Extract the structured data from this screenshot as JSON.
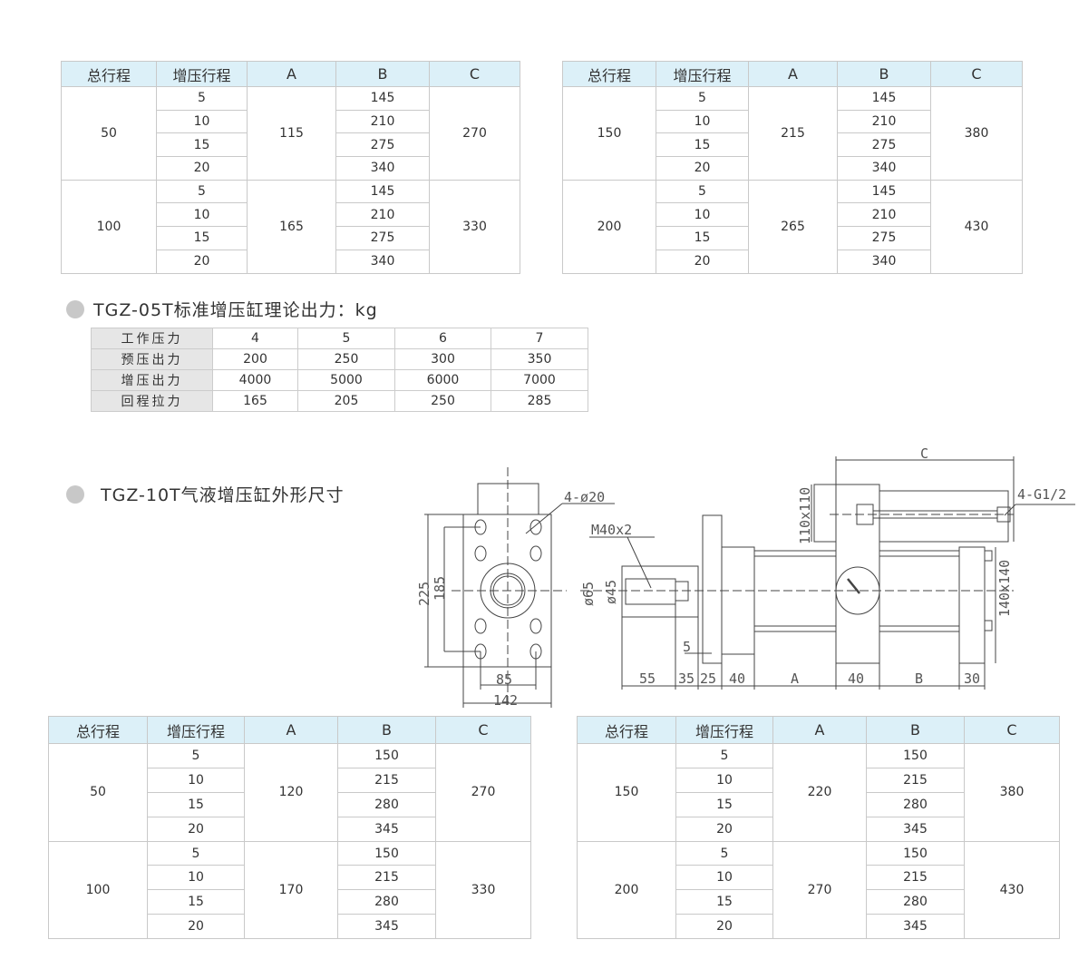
{
  "tables_05t": [
    {
      "headers": [
        "总行程",
        "增压行程",
        "A",
        "B",
        "C"
      ],
      "groups": [
        {
          "stroke": "50",
          "A": "115",
          "C": "270",
          "rows": [
            [
              "5",
              "145"
            ],
            [
              "10",
              "210"
            ],
            [
              "15",
              "275"
            ],
            [
              "20",
              "340"
            ]
          ]
        },
        {
          "stroke": "100",
          "A": "165",
          "C": "330",
          "rows": [
            [
              "5",
              "145"
            ],
            [
              "10",
              "210"
            ],
            [
              "15",
              "275"
            ],
            [
              "20",
              "340"
            ]
          ]
        }
      ]
    },
    {
      "headers": [
        "总行程",
        "增压行程",
        "A",
        "B",
        "C"
      ],
      "groups": [
        {
          "stroke": "150",
          "A": "215",
          "C": "380",
          "rows": [
            [
              "5",
              "145"
            ],
            [
              "10",
              "210"
            ],
            [
              "15",
              "275"
            ],
            [
              "20",
              "340"
            ]
          ]
        },
        {
          "stroke": "200",
          "A": "265",
          "C": "430",
          "rows": [
            [
              "5",
              "145"
            ],
            [
              "10",
              "210"
            ],
            [
              "15",
              "275"
            ],
            [
              "20",
              "340"
            ]
          ]
        }
      ]
    }
  ],
  "force_section": {
    "title": "TGZ-05T标准增压缸理论出力：kg",
    "rows": [
      {
        "label": "工作压力",
        "values": [
          "4",
          "5",
          "6",
          "7"
        ]
      },
      {
        "label": "预压出力",
        "values": [
          "200",
          "250",
          "300",
          "350"
        ]
      },
      {
        "label": "增压出力",
        "values": [
          "4000",
          "5000",
          "6000",
          "7000"
        ]
      },
      {
        "label": "回程拉力",
        "values": [
          "165",
          "205",
          "250",
          "285"
        ]
      }
    ]
  },
  "drawing_section": {
    "title": "TGZ-10T气液增压缸外形尺寸",
    "labels": {
      "holes": "4-ø20",
      "thread": "M40x2",
      "d65": "ø65",
      "d45": "ø45",
      "h225": "225",
      "h185": "185",
      "w85": "85",
      "w142": "142",
      "d5": "5",
      "d55": "55",
      "d35": "35",
      "d25": "25",
      "d40a": "40",
      "dA": "A",
      "d40b": "40",
      "dB": "B",
      "d30": "30",
      "dC": "C",
      "sq110": "110x110",
      "sq140": "140x140",
      "port": "4-G1/2"
    }
  },
  "tables_10t": [
    {
      "headers": [
        "总行程",
        "增压行程",
        "A",
        "B",
        "C"
      ],
      "groups": [
        {
          "stroke": "50",
          "A": "120",
          "C": "270",
          "rows": [
            [
              "5",
              "150"
            ],
            [
              "10",
              "215"
            ],
            [
              "15",
              "280"
            ],
            [
              "20",
              "345"
            ]
          ]
        },
        {
          "stroke": "100",
          "A": "170",
          "C": "330",
          "rows": [
            [
              "5",
              "150"
            ],
            [
              "10",
              "215"
            ],
            [
              "15",
              "280"
            ],
            [
              "20",
              "345"
            ]
          ]
        }
      ]
    },
    {
      "headers": [
        "总行程",
        "增压行程",
        "A",
        "B",
        "C"
      ],
      "groups": [
        {
          "stroke": "150",
          "A": "220",
          "C": "380",
          "rows": [
            [
              "5",
              "150"
            ],
            [
              "10",
              "215"
            ],
            [
              "15",
              "280"
            ],
            [
              "20",
              "345"
            ]
          ]
        },
        {
          "stroke": "200",
          "A": "270",
          "C": "430",
          "rows": [
            [
              "5",
              "150"
            ],
            [
              "10",
              "215"
            ],
            [
              "15",
              "280"
            ],
            [
              "20",
              "345"
            ]
          ]
        }
      ]
    }
  ]
}
